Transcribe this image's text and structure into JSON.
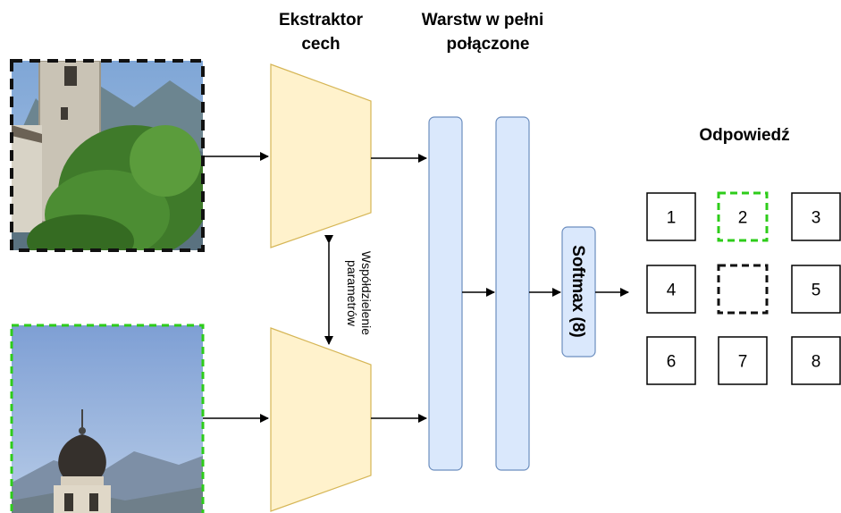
{
  "labels": {
    "extractor_line1": "Ekstraktor",
    "extractor_line2": "cech",
    "fc_line1": "Warstw w pełni",
    "fc_line2": "połączone",
    "answer": "Odpowiedź",
    "shared_line1": "Współdzielenie",
    "shared_line2": "parametrów",
    "softmax": "Softmax (8)"
  },
  "grid": {
    "cells": [
      {
        "label": "1",
        "style": "solid"
      },
      {
        "label": "2",
        "style": "dashed-green"
      },
      {
        "label": "3",
        "style": "solid"
      },
      {
        "label": "4",
        "style": "solid"
      },
      {
        "label": "",
        "style": "dashed-black"
      },
      {
        "label": "5",
        "style": "solid"
      },
      {
        "label": "6",
        "style": "solid"
      },
      {
        "label": "7",
        "style": "solid"
      },
      {
        "label": "8",
        "style": "solid"
      }
    ]
  },
  "colors": {
    "extractor_fill": "#fff2cc",
    "extractor_stroke": "#d6b656",
    "fc_fill": "#dae8fc",
    "fc_stroke": "#6c8ebf",
    "green_dash": "#2ecc1a",
    "black_dash": "#111111"
  },
  "images": {
    "top": "church-tower-photo",
    "bottom": "onion-dome-photo"
  }
}
